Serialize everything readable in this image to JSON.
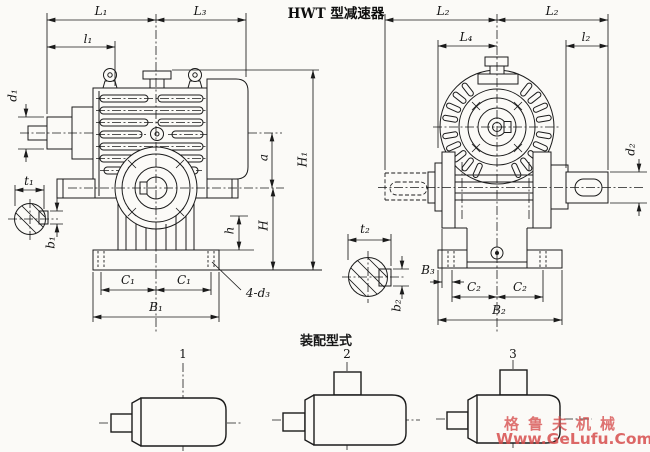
{
  "title": "HWT 型减速器",
  "assembly": {
    "heading": "装配型式",
    "labels": [
      "1",
      "2",
      "3"
    ]
  },
  "watermark": {
    "line1": "格鲁夫机械",
    "line2": "Www.GeLufu.Com",
    "color": "#d64c4c"
  },
  "dims": {
    "L1": "L₁",
    "L3": "L₃",
    "l1": "l₁",
    "d1": "d₁",
    "t1": "t₁",
    "b1": "b₁",
    "a": "a",
    "H1": "H₁",
    "H": "H",
    "h": "h",
    "C1a": "C₁",
    "C1b": "C₁",
    "B1": "B₁",
    "d3": "4-d₃",
    "L2a": "L₂",
    "L2b": "L₂",
    "L4": "L₄",
    "l2": "l₂",
    "d2": "d₂",
    "t2": "t₂",
    "b2": "b₂",
    "B3": "B₃",
    "C2a": "C₂",
    "C2b": "C₂",
    "B2": "B₂"
  },
  "colors": {
    "line": "#1b1b1b",
    "paper": "#fbfaf7"
  }
}
